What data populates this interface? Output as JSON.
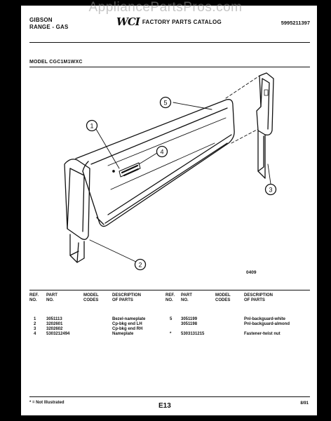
{
  "watermark": "AppliancePartsPros.com",
  "header": {
    "brand_line1": "GIBSON",
    "brand_line2": "RANGE - GAS",
    "logo": "WCI",
    "catalog_title": "FACTORY PARTS CATALOG",
    "catalog_number": "5995211397"
  },
  "model_label": "MODEL CGC1M1WXC",
  "callouts": [
    "1",
    "2",
    "3",
    "4",
    "5"
  ],
  "figure_number": "0409",
  "table": {
    "headers": {
      "ref": [
        "REF.",
        "NO."
      ],
      "part": [
        "PART",
        "NO."
      ],
      "model": [
        "MODEL",
        "CODES"
      ],
      "desc": [
        "DESCRIPTION",
        "OF PARTS"
      ]
    },
    "left_rows": [
      {
        "ref": "1",
        "part": "3051113",
        "model": "",
        "desc": "Bezel-nameplate"
      },
      {
        "ref": "2",
        "part": "3202601",
        "model": "",
        "desc": "Cp-bkg end LH"
      },
      {
        "ref": "3",
        "part": "3202602",
        "model": "",
        "desc": "Cp-bkg end RH"
      },
      {
        "ref": "4",
        "part": "5303212494",
        "model": "",
        "desc": "Nameplate"
      }
    ],
    "right_rows": [
      {
        "ref": "5",
        "part": "3051199",
        "model": "",
        "desc": "Pnl-backguard-white"
      },
      {
        "ref": "",
        "part": "3051198",
        "model": "",
        "desc": "Pnl-backguard-almond"
      },
      {
        "ref": "*",
        "part": "5303131215",
        "model": "",
        "desc": "Fastener-twist nut"
      }
    ]
  },
  "footer": {
    "note": "* = Not Illustrated",
    "page": "E13",
    "date": "8/91"
  },
  "colors": {
    "ink": "#111111",
    "paper": "#ffffff",
    "border": "#000000"
  }
}
